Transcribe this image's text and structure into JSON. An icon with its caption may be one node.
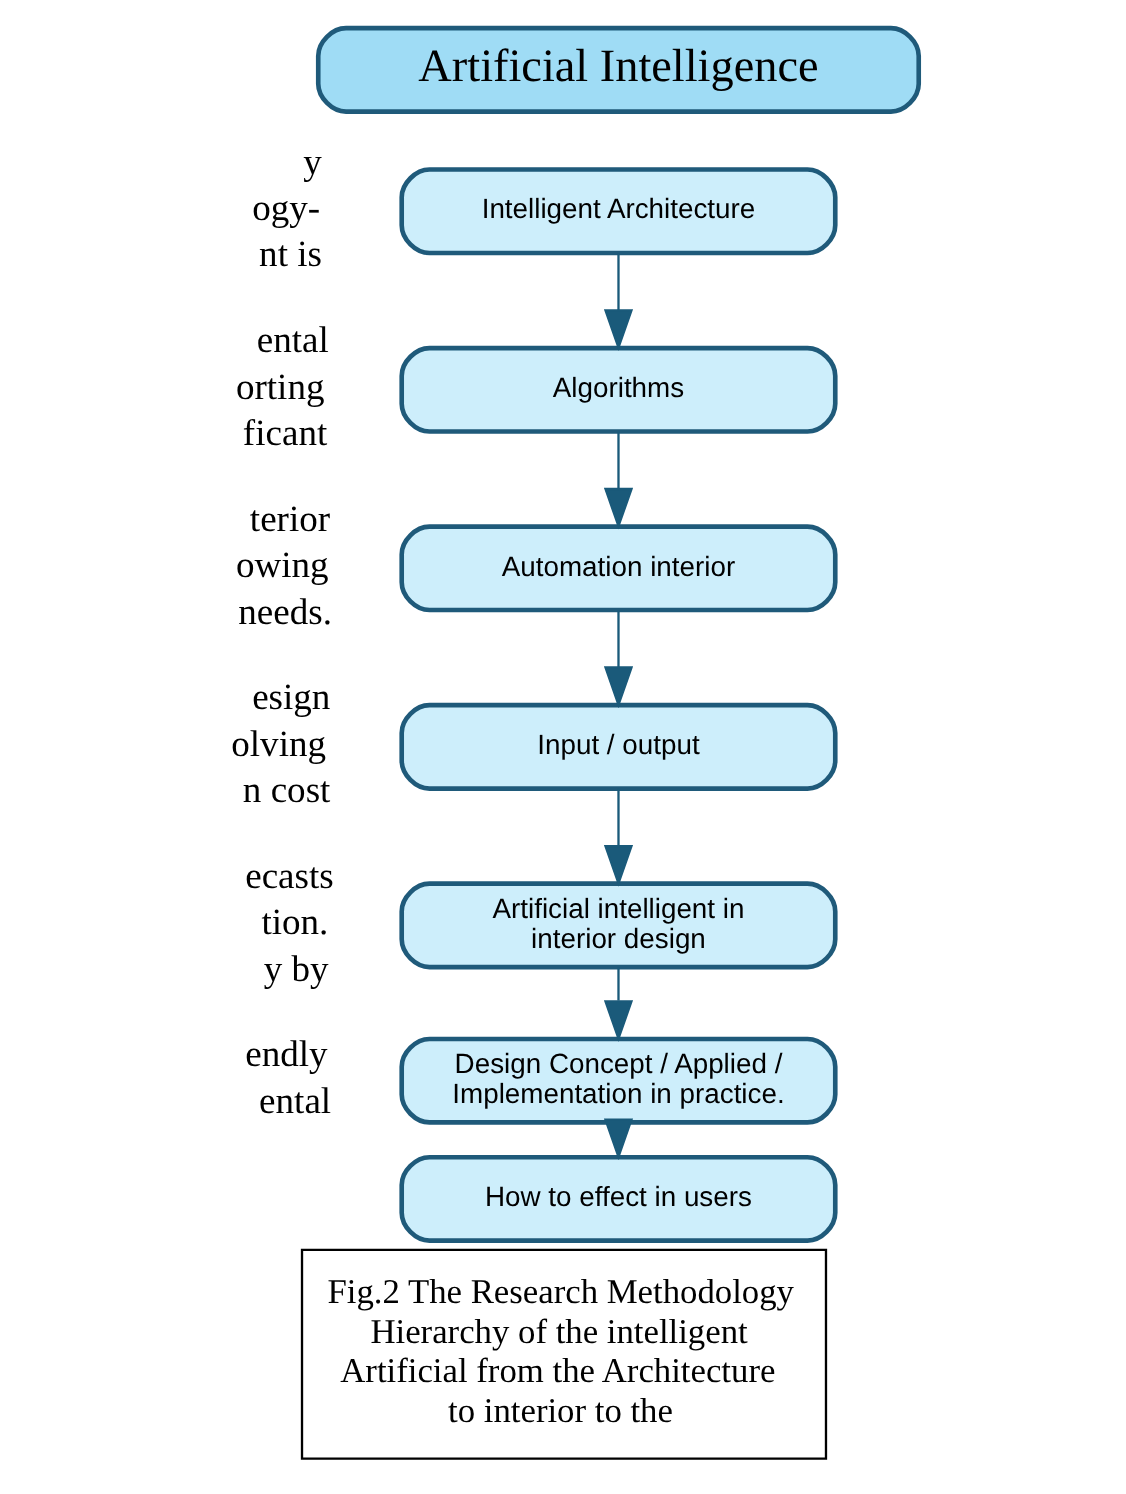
{
  "diagram": {
    "caption": "Fig.2 The Research Methodology Hierarchy of the intelligent Artificial from the Architecture to interior to the",
    "nodes": [
      {
        "text": [
          "Artificial Intelligence"
        ]
      },
      {
        "text": [
          "Intelligent Architecture"
        ]
      },
      {
        "text": [
          "Algorithms"
        ]
      },
      {
        "text": [
          "Automation interior"
        ]
      },
      {
        "text": [
          "Input / output"
        ]
      },
      {
        "text": [
          "Artificial intelligent in interior design"
        ]
      },
      {
        "text": [
          "Design Concept / Applied / Implementation in practice."
        ]
      },
      {
        "text": [
          "How to effect in users"
        ]
      }
    ],
    "edges": [
      {
        "from": 1,
        "to": 2,
        "arrow": "to"
      },
      {
        "from": 2,
        "to": 3,
        "arrow": "to"
      },
      {
        "from": 3,
        "to": 4,
        "arrow": "to"
      },
      {
        "from": 4,
        "to": 5,
        "arrow": "to"
      },
      {
        "from": 5,
        "to": 6,
        "arrow": "to"
      },
      {
        "from": 6,
        "to": 7,
        "arrow": "to"
      }
    ],
    "labels": [
      "y",
      "ogy-",
      "nt is",
      "ental",
      "orting",
      "ficant",
      "terior",
      "owing",
      "needs.",
      "esign",
      "olving",
      "n cost",
      "ecasts",
      "tion.",
      "y by",
      "endly",
      "ental"
    ]
  }
}
